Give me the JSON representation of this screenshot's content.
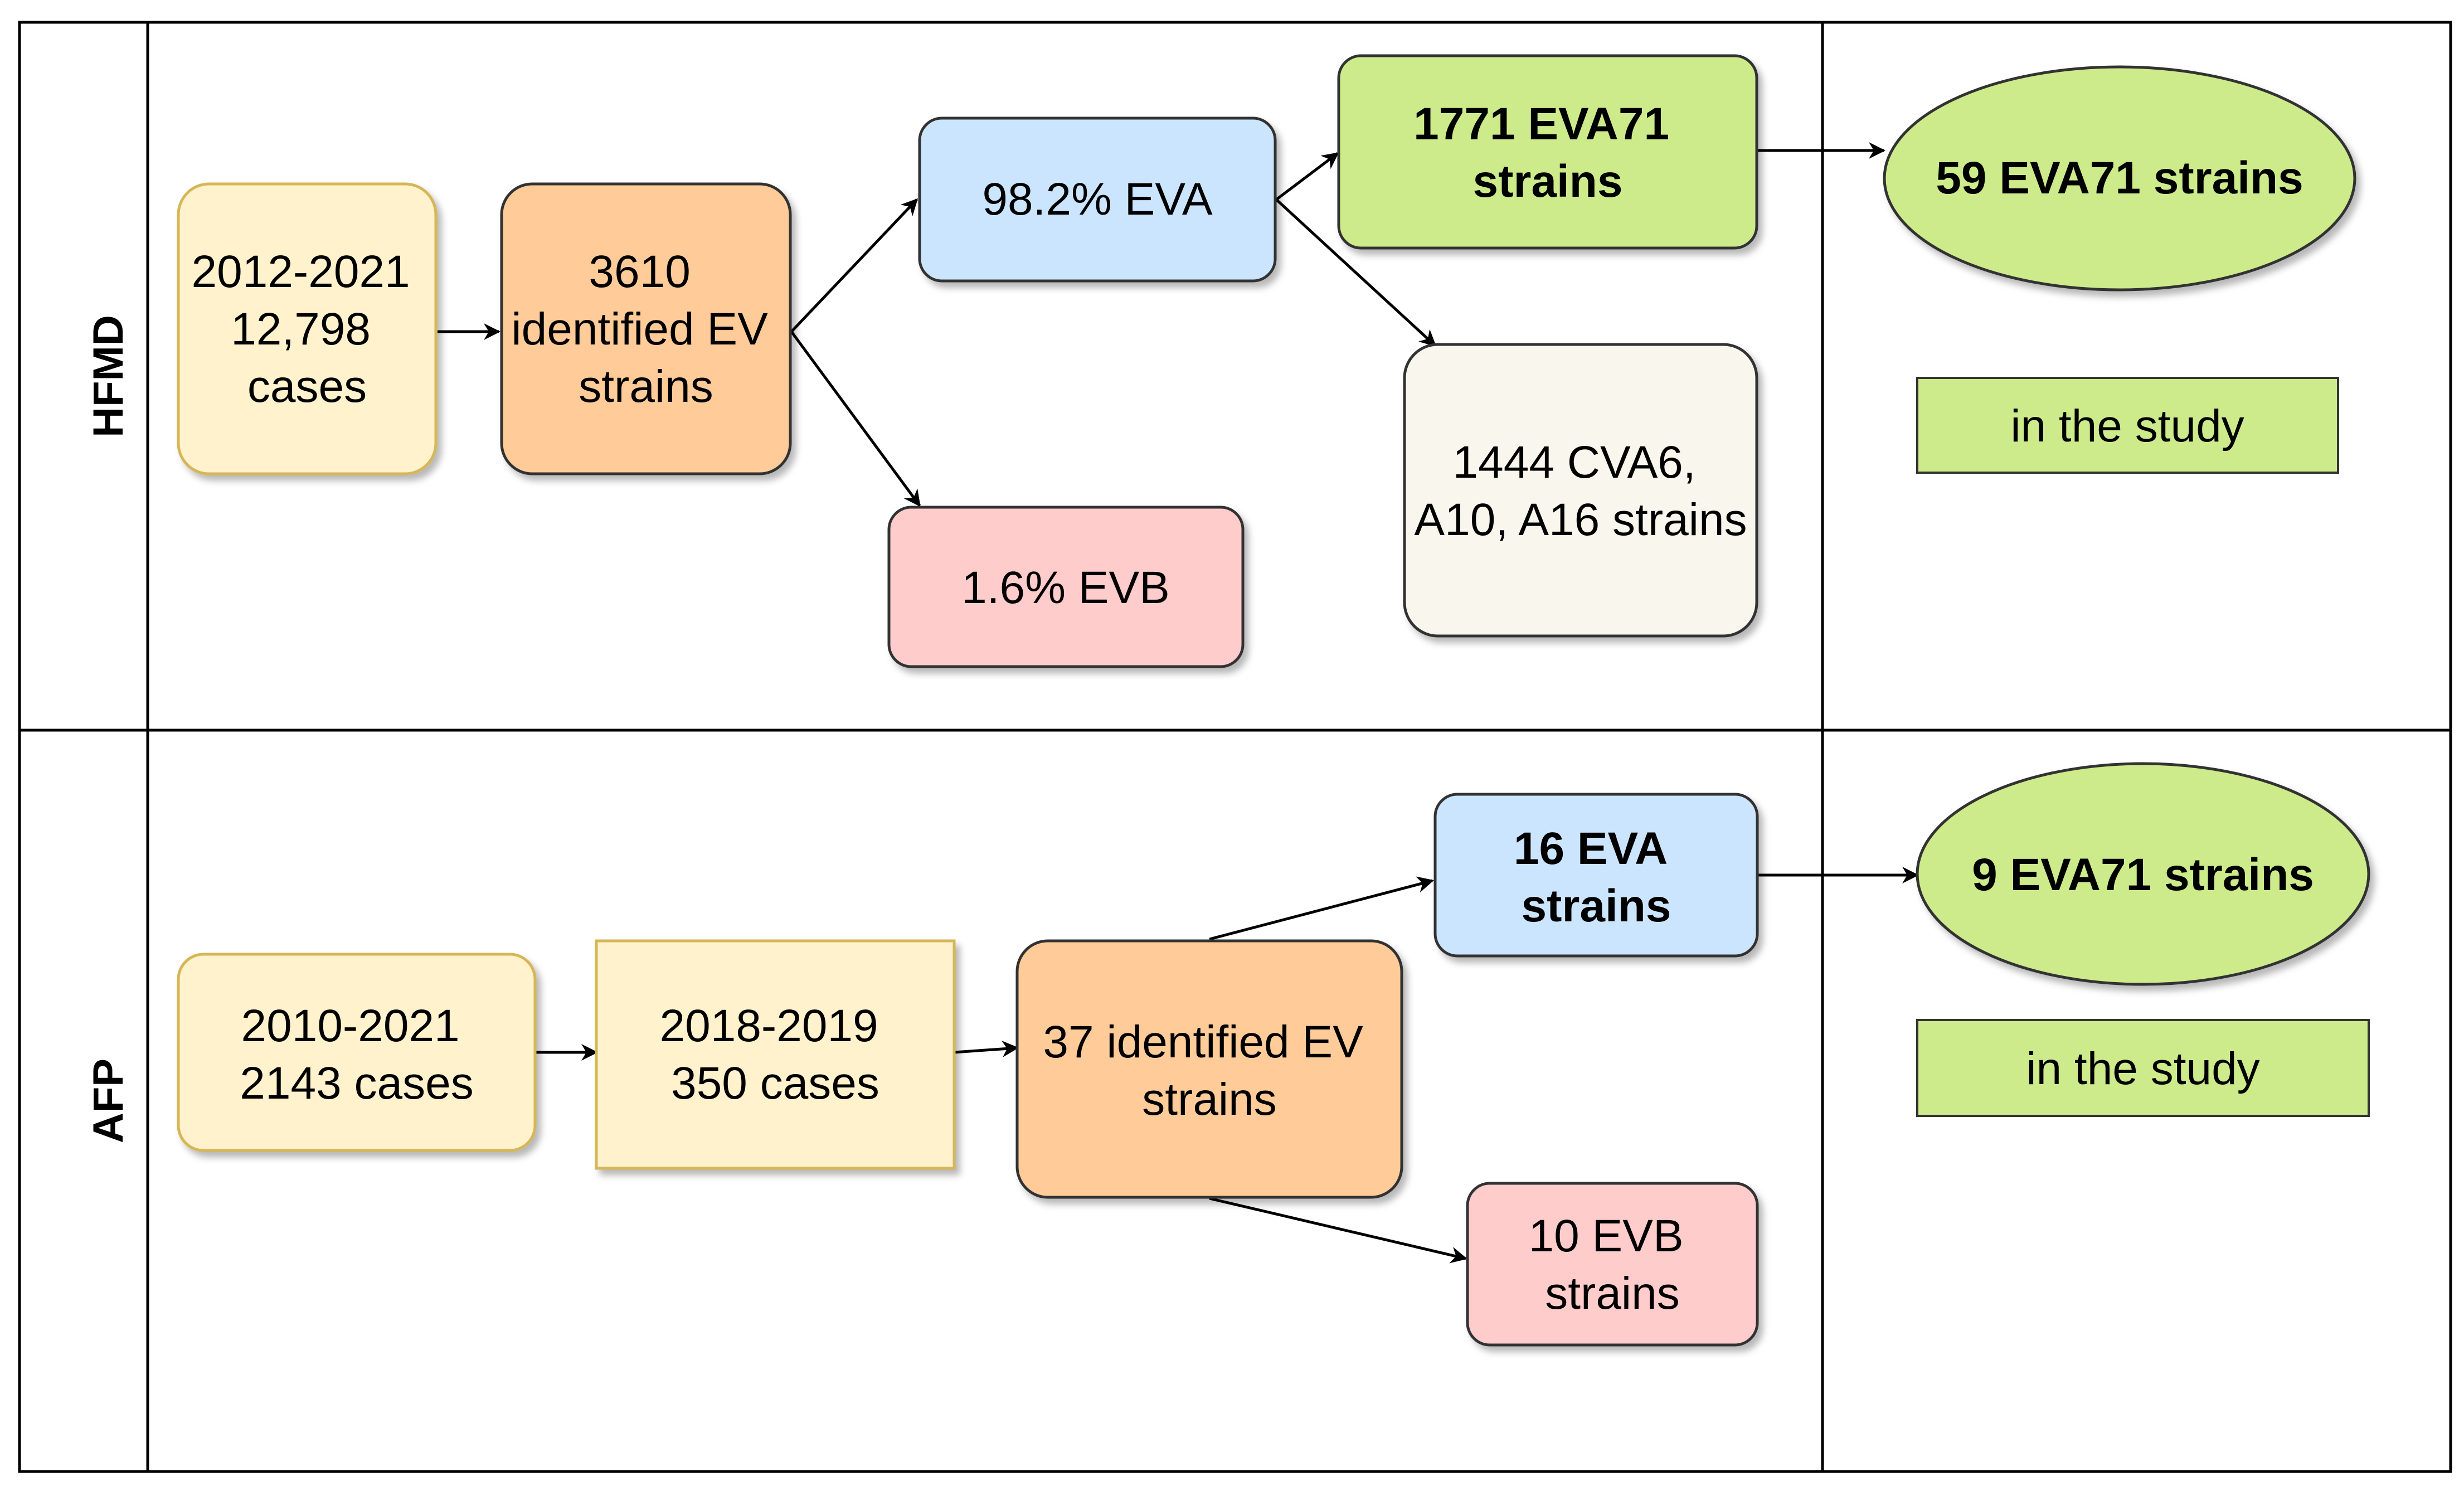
{
  "lanes": {
    "hfmd": {
      "label": "HFMD"
    },
    "afp": {
      "label": "AFP"
    }
  },
  "hfmd": {
    "cases": [
      "2012-2021",
      "12,798",
      "cases"
    ],
    "identified": [
      "3610",
      "identified EV",
      "strains"
    ],
    "eva": [
      "98.2% EVA"
    ],
    "evb": [
      "1.6% EVB"
    ],
    "eva71": [
      "1771 EVA71",
      "strains"
    ],
    "cva": [
      "1444 CVA6,",
      "A10, A16 strains"
    ],
    "study_result": [
      "59 EVA71 strains"
    ],
    "study_label": [
      "in the study"
    ]
  },
  "afp": {
    "cases": [
      "2010-2021",
      "2143 cases"
    ],
    "subset": [
      "2018-2019",
      "350 cases"
    ],
    "identified": [
      "37 identified EV",
      "strains"
    ],
    "eva": [
      "16 EVA",
      "strains"
    ],
    "evb": [
      "10 EVB",
      "strains"
    ],
    "study_result": [
      "9 EVA71 strains"
    ],
    "study_label": [
      "in the study"
    ]
  },
  "colors": {
    "cases_fill": "#FFF2CC",
    "cases_stroke": "#D6B656",
    "identified_fill": "#FFCC99",
    "eva_fill": "#CCE5FF",
    "evb_fill": "#FFCCCC",
    "eva71_fill": "#CDEB8B",
    "cva_fill": "#F9F7ED",
    "border": "#000000"
  }
}
